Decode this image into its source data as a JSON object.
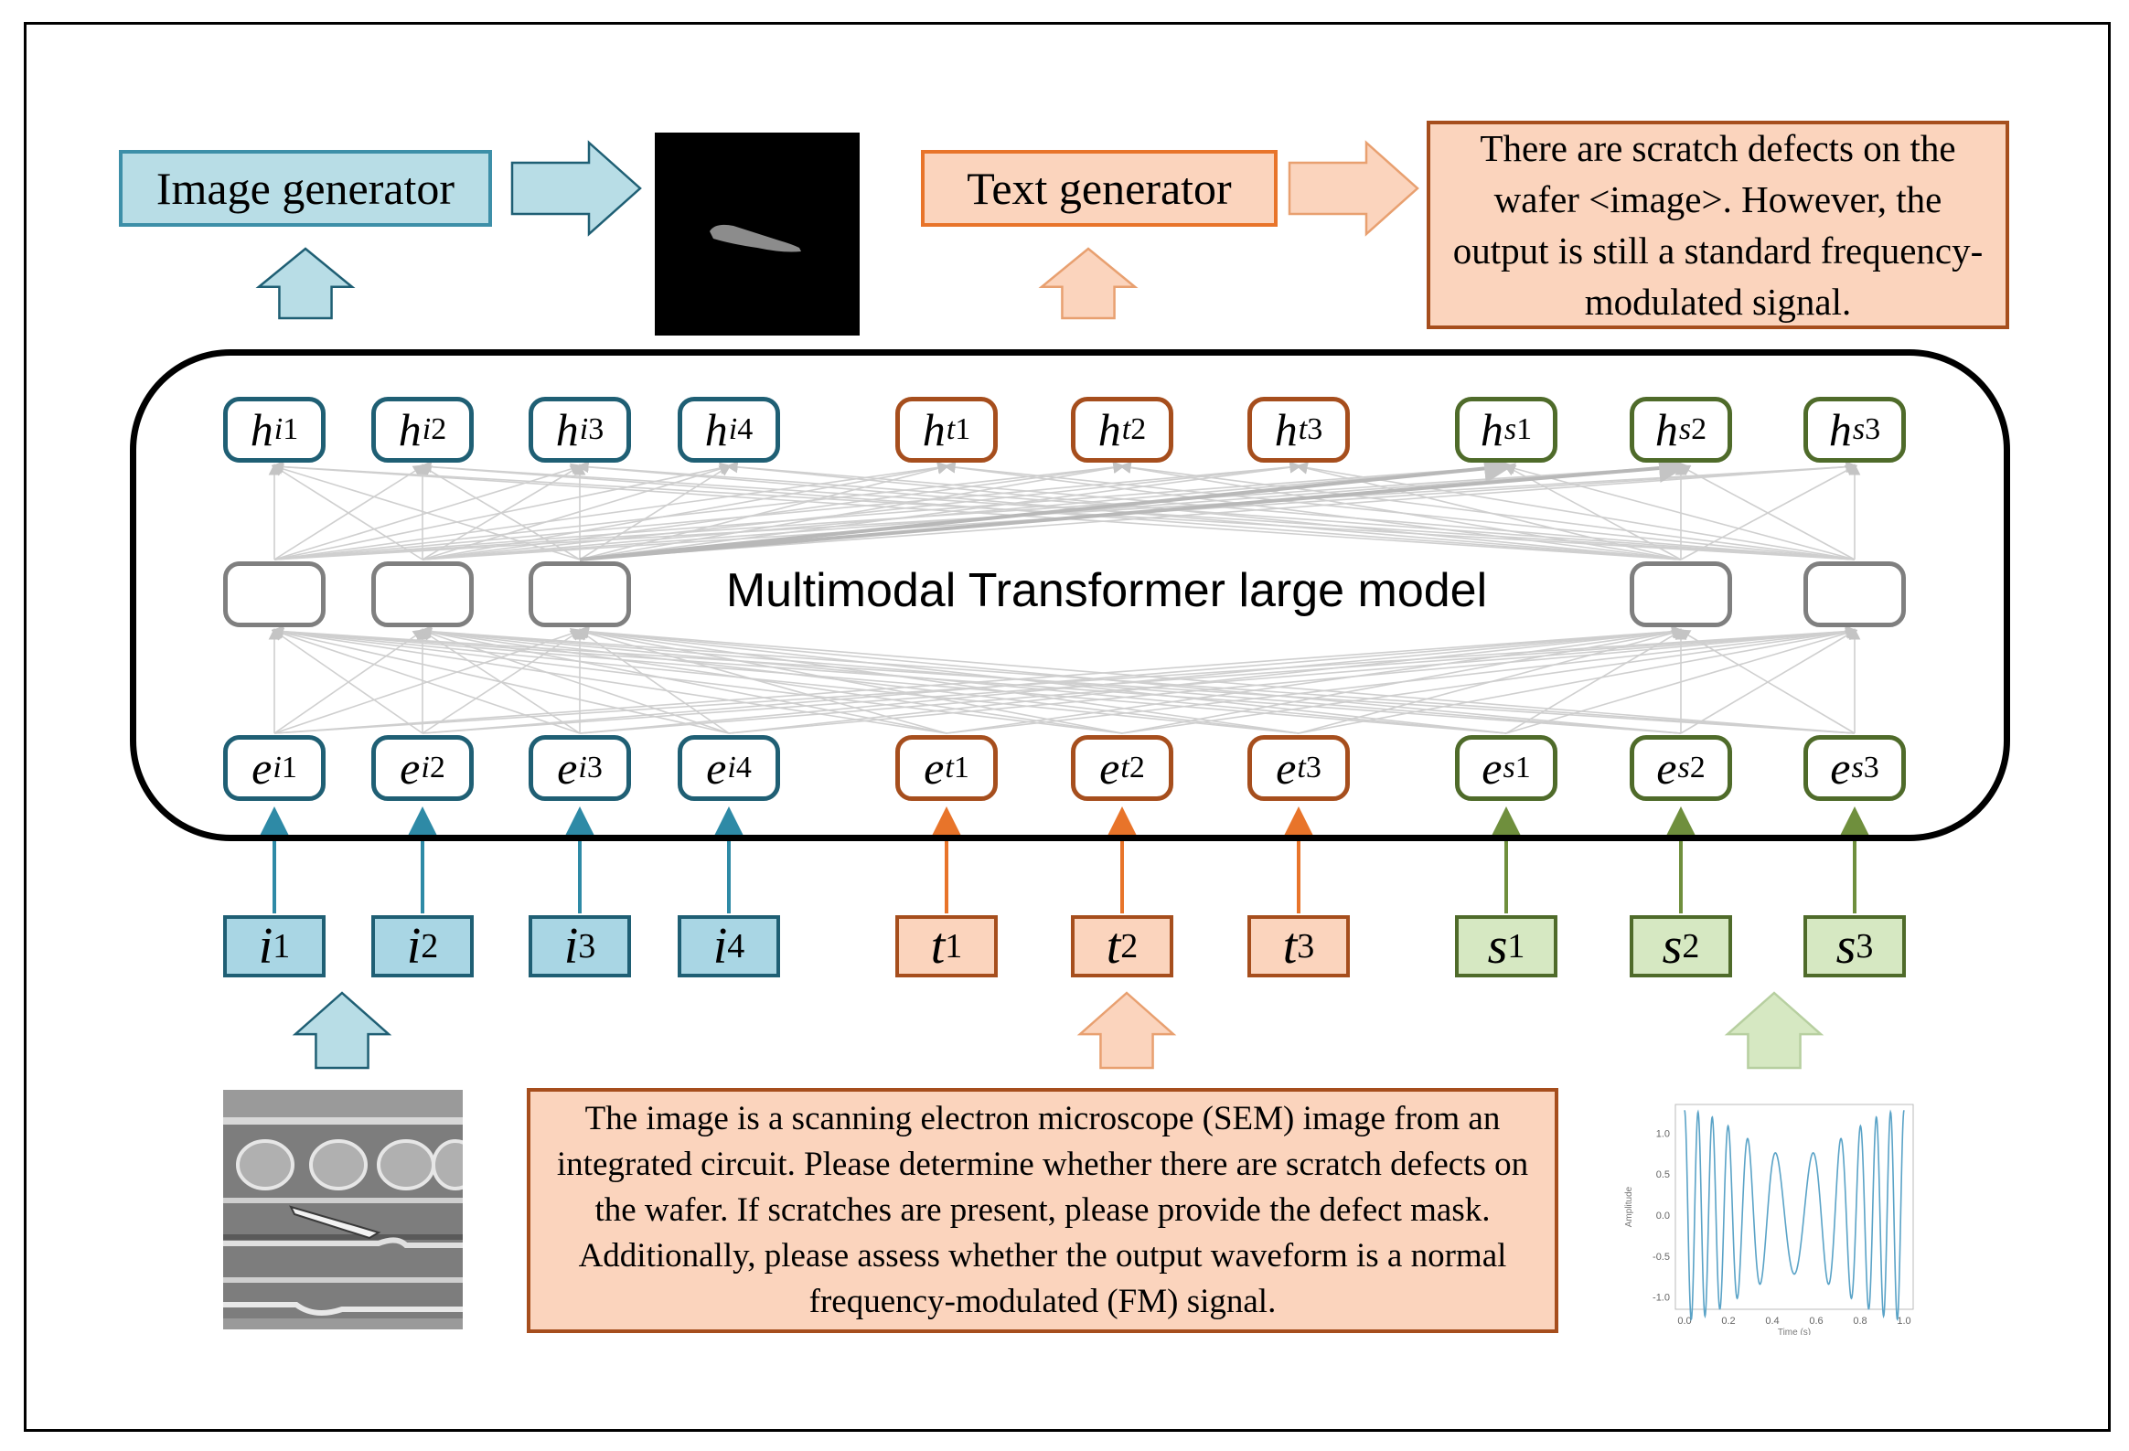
{
  "generators": {
    "image_label": "Image generator",
    "text_label": "Text generator"
  },
  "output_text": "There are scratch defects on the wafer <image>. However, the output is still a standard frequency-modulated signal.",
  "model_label": "Multimodal Transformer large model",
  "prompt_text": "The image is a scanning electron microscope (SEM) image from an integrated circuit. Please determine whether there are scratch defects on the wafer. If scratches are present, please provide the defect mask. Additionally, please assess whether the output waveform is a normal frequency-modulated (FM) signal.",
  "hidden_nodes": [
    {
      "base": "h",
      "sub": "i",
      "idx": "1"
    },
    {
      "base": "h",
      "sub": "i",
      "idx": "2"
    },
    {
      "base": "h",
      "sub": "i",
      "idx": "3"
    },
    {
      "base": "h",
      "sub": "i",
      "idx": "4"
    },
    {
      "base": "h",
      "sub": "t",
      "idx": "1"
    },
    {
      "base": "h",
      "sub": "t",
      "idx": "2"
    },
    {
      "base": "h",
      "sub": "t",
      "idx": "3"
    },
    {
      "base": "h",
      "sub": "s",
      "idx": "1"
    },
    {
      "base": "h",
      "sub": "s",
      "idx": "2"
    },
    {
      "base": "h",
      "sub": "s",
      "idx": "3"
    }
  ],
  "embed_nodes": [
    {
      "base": "e",
      "sub": "i",
      "idx": "1"
    },
    {
      "base": "e",
      "sub": "i",
      "idx": "2"
    },
    {
      "base": "e",
      "sub": "i",
      "idx": "3"
    },
    {
      "base": "e",
      "sub": "i",
      "idx": "4"
    },
    {
      "base": "e",
      "sub": "t",
      "idx": "1"
    },
    {
      "base": "e",
      "sub": "t",
      "idx": "2"
    },
    {
      "base": "e",
      "sub": "t",
      "idx": "3"
    },
    {
      "base": "e",
      "sub": "s",
      "idx": "1"
    },
    {
      "base": "e",
      "sub": "s",
      "idx": "2"
    },
    {
      "base": "e",
      "sub": "s",
      "idx": "3"
    }
  ],
  "inputs": [
    {
      "base": "i",
      "idx": "1"
    },
    {
      "base": "i",
      "idx": "2"
    },
    {
      "base": "i",
      "idx": "3"
    },
    {
      "base": "i",
      "idx": "4"
    },
    {
      "base": "t",
      "idx": "1"
    },
    {
      "base": "t",
      "idx": "2"
    },
    {
      "base": "t",
      "idx": "3"
    },
    {
      "base": "s",
      "idx": "1"
    },
    {
      "base": "s",
      "idx": "2"
    },
    {
      "base": "s",
      "idx": "3"
    }
  ],
  "waveform": {
    "y_ticks": [
      "1.0",
      "0.5",
      "0.0",
      "-0.5",
      "-1.0"
    ],
    "x_ticks": [
      "0.0",
      "0.2",
      "0.4",
      "0.6",
      "0.8",
      "1.0"
    ],
    "xlabel": "Time (s)",
    "ylabel": "Amplitude"
  },
  "colors": {
    "blue_fill": "#b8dde6",
    "blue_border": "#1f5f74",
    "orange_fill": "#fbd4bd",
    "orange_border": "#a64e1d",
    "green_fill": "#d6e8c2",
    "green_border": "#4f6b2a"
  }
}
